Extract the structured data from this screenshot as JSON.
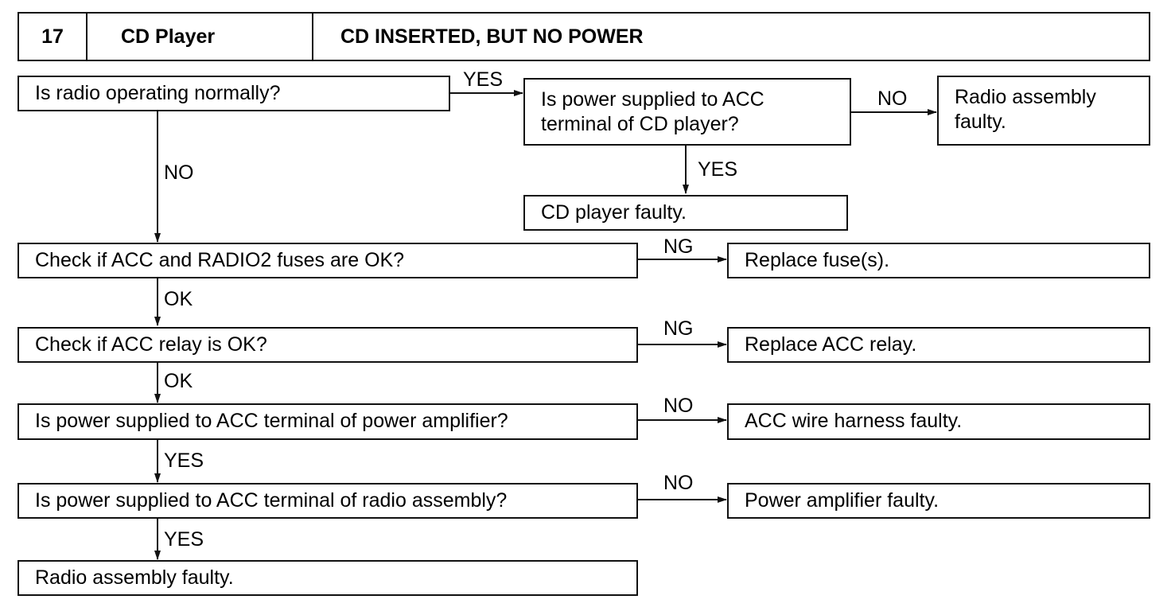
{
  "header": {
    "number": "17",
    "section": "CD Player",
    "title": "CD INSERTED, BUT NO POWER"
  },
  "nodes": {
    "q_radio": "Is radio operating normally?",
    "q_acc_cd_line1": "Is power supplied to ACC",
    "q_acc_cd_line2": "terminal of CD player?",
    "r_radio_1_line1": "Radio assembly",
    "r_radio_1_line2": "faulty.",
    "r_cd_faulty": "CD player faulty.",
    "q_fuses": "Check if ACC and RADIO2 fuses are OK?",
    "r_fuses": "Replace fuse(s).",
    "q_relay": "Check if ACC relay is OK?",
    "r_relay": "Replace ACC relay.",
    "q_amp": "Is power supplied to ACC terminal of power amplifier?",
    "r_harness": "ACC wire harness faulty.",
    "q_radio_assy": "Is power supplied to ACC terminal of radio assembly?",
    "r_amp": "Power amplifier faulty.",
    "r_radio_2": "Radio assembly faulty."
  },
  "labels": {
    "yes_radio": "YES",
    "no_acc_cd": "NO",
    "yes_acc_cd": "YES",
    "no_radio": "NO",
    "ng_fuses": "NG",
    "ok_fuses": "OK",
    "ng_relay": "NG",
    "ok_relay": "OK",
    "no_amp": "NO",
    "yes_amp": "YES",
    "no_radio_assy": "NO",
    "yes_radio_assy": "YES"
  }
}
